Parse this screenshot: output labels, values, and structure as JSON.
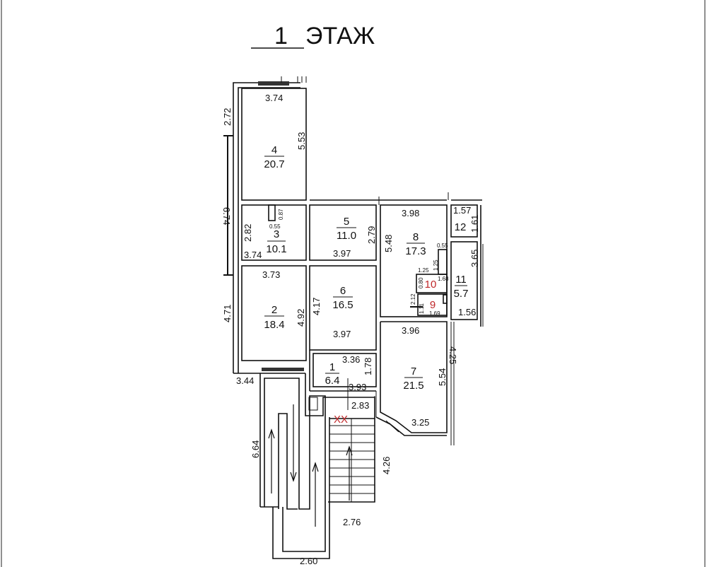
{
  "title": {
    "floor_number": "1",
    "floor_label": "ЭТАЖ"
  },
  "rooms": [
    {
      "number": "4",
      "area": "20.7"
    },
    {
      "number": "3",
      "area": "10.1"
    },
    {
      "number": "2",
      "area": "18.4"
    },
    {
      "number": "5",
      "area": "11.0"
    },
    {
      "number": "6",
      "area": "16.5"
    },
    {
      "number": "8",
      "area": "17.3"
    },
    {
      "number": "12",
      "area": ""
    },
    {
      "number": "11",
      "area": "5.7"
    },
    {
      "number": "10",
      "area": ""
    },
    {
      "number": "9",
      "area": ""
    },
    {
      "number": "7",
      "area": "21.5"
    },
    {
      "number": "1",
      "area": "6.4"
    }
  ],
  "staircase_label": "XX",
  "dimensions": {
    "d_2_72": "2.72",
    "d_6_74": "6.74",
    "d_4_71": "4.71",
    "d_3_44": "3.44",
    "d_6_64": "6.64",
    "d_3_74_top": "3.74",
    "d_5_53": "5.53",
    "d_0_87": "0.87",
    "d_0_55": "0.55",
    "d_2_82": "2.82",
    "d_3_74_r3": "3.74",
    "d_2_79": "2.79",
    "d_3_97_r5": "3.97",
    "d_3_73": "3.73",
    "d_4_92": "4.92",
    "d_4_17": "4.17",
    "d_3_97_r6": "3.97",
    "d_3_98": "3.98",
    "d_5_48": "5.48",
    "d_0_55b": "0.55",
    "d_1_25v": "1.25",
    "d_1_25h": "1.25",
    "d_0_80": "0.80",
    "d_1_68": "1.68",
    "d_2_12": "2.12",
    "d_1_11": "1.11",
    "d_1_69": "1.69",
    "d_1_57": "1.57",
    "d_1_61": "1.61",
    "d_3_65": "3.65",
    "d_1_56": "1.56",
    "d_4_25": "4.25",
    "d_3_96": "3.96",
    "d_5_54": "5.54",
    "d_3_25": "3.25",
    "d_3_36": "3.36",
    "d_1_78": "1.78",
    "d_3_93": "3.93",
    "d_2_83": "2.83",
    "d_4_26": "4.26",
    "d_2_76": "2.76",
    "d_2_60": "2.60"
  }
}
